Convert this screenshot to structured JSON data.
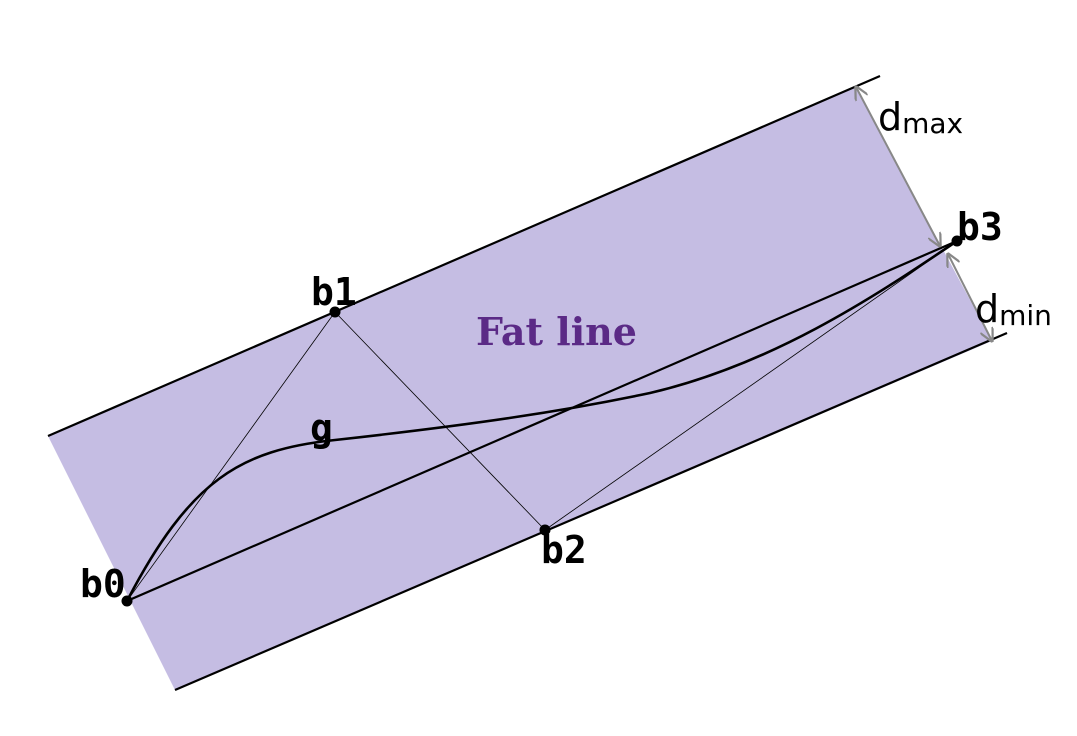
{
  "diagram": {
    "title": "Fat line",
    "curve_label": "g",
    "points": {
      "b0": "b0",
      "b1": "b1",
      "b2": "b2",
      "b3": "b3"
    },
    "d_max": {
      "base": "d",
      "sub": "max"
    },
    "d_min": {
      "base": "d",
      "sub": "min"
    }
  },
  "colors": {
    "band_fill": "#c5bde3",
    "title": "#5b2a86",
    "arrow": "#888888",
    "line": "#000000"
  }
}
